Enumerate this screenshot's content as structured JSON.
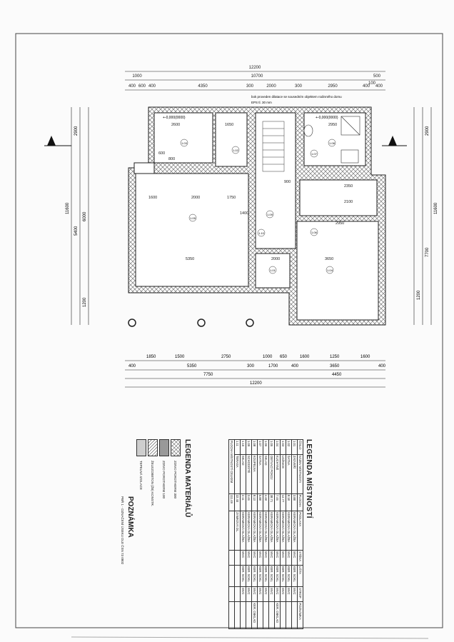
{
  "dimensions": {
    "top": {
      "total": "12200",
      "row2": [
        "1000",
        "10700",
        "500"
      ],
      "row3": [
        "400",
        "600",
        "400",
        "4350",
        "300",
        "2000",
        "300",
        "2950",
        "400",
        "100",
        "400"
      ]
    },
    "bottom": {
      "row1": [
        "1850",
        "1500",
        "2750",
        "1000",
        "650",
        "1600",
        "1250",
        "1600"
      ],
      "row2": [
        "400",
        "5350",
        "300",
        "1700",
        "400",
        "3650",
        "400"
      ],
      "row3": [
        "7750",
        "4450"
      ],
      "total": "12200"
    },
    "left": [
      "11600",
      "2900",
      "5400",
      "6000",
      "1200"
    ],
    "right": [
      "11600",
      "2900",
      "7700",
      "1200"
    ],
    "interior": [
      "2600",
      "1650",
      "2950",
      "2000",
      "1600",
      "1750",
      "5350",
      "2000",
      "3650",
      "2950",
      "2350",
      "2100",
      "900",
      "1400",
      "800",
      "600"
    ]
  },
  "plan_note": {
    "line1": "bok proveden dilatace se sousedním objektem rodinného domu",
    "line2": "EPS tl. 30 mm"
  },
  "levels": {
    "a": "+-0,000(0000)",
    "b": "+-0,000(0000)"
  },
  "room_tags": [
    "1.01",
    "1.02",
    "1.03",
    "1.04",
    "1.05",
    "1.06",
    "1.07",
    "1.08",
    "1.09",
    "1.10"
  ],
  "legend_rooms": {
    "title": "LEGENDA MÍSTNOSTÍ",
    "headers": [
      "ČÍSLO",
      "NÁZEV MÍSTNOSTI",
      "PLOCHA",
      "PODLAHA",
      "STĚNA",
      "LIŠTA",
      "STROP",
      "POZNÁMKA"
    ],
    "rows": [
      [
        "1.01",
        "ZÁDVEŘÍ",
        "3.88",
        "KERAMICKÁ DLAŽBA",
        "MVC",
        "KER. SOKL",
        "MVC",
        ""
      ],
      [
        "1.02",
        "ŠATNA",
        "8.18",
        "KERAMICKÁ DLAŽBA",
        "MVC",
        "KER. SOKL",
        "MVC",
        ""
      ],
      [
        "1.03",
        "LOŽNICE",
        "14.77",
        "KERAMICKÁ DLAŽBA",
        "MVC",
        "KER. SOKL",
        "MVC",
        ""
      ],
      [
        "1.04",
        "KUCHYNĚ",
        "7.46",
        "KERAMICKÁ DLAŽBA",
        "MVC",
        "KER. SOKL",
        "MVC",
        "KER. OBKLAD"
      ],
      [
        "1.05",
        "OBÝVACÍ POKOJ",
        "38.71",
        "KERAMICKÁ DLAŽBA",
        "MVC",
        "KER. SOKL",
        "MVC",
        ""
      ],
      [
        "1.06",
        "SKLAD",
        "4.48",
        "KERAMICKÁ DLAŽBA",
        "MVC",
        "KER. SOKL",
        "MVC",
        ""
      ],
      [
        "1.07",
        "SATNA",
        "5.88",
        "KERAMICKÁ DLAŽBA",
        "MVC",
        "KER. SOKL",
        "MVC",
        ""
      ],
      [
        "1.08",
        "KOUPELNA",
        "8.13",
        "KERAMICKÁ DLAŽBA",
        "MVC",
        "KER. SOKL",
        "MVC",
        "KER. OBKLAD"
      ],
      [
        "1.09",
        "SCHODIŠTĚ",
        "3.46",
        "KERAMICKÁ DLAŽBA",
        "MVC",
        "KER. SOKL",
        "MVC",
        ""
      ],
      [
        "1.10",
        "SKLAD",
        "2.11",
        "KERAMICKÁ DLAŽBA",
        "MVC",
        "KER. SOKL",
        "MVC",
        ""
      ],
      [
        "1.11",
        "TERASA",
        "22.40",
        "ZÁMKOVÁ DL.",
        "",
        "",
        "",
        ""
      ]
    ],
    "total_label": "PLOCHA MÍSTNOSTÍ CELKEM",
    "total_value": "111.49"
  },
  "legend_materials": {
    "title": "LEGENDA MATERIÁLŮ",
    "items": [
      {
        "label": "ZDIVO POROTHERM 300",
        "pattern": "cross"
      },
      {
        "label": "ZDIVO POROTHERM 100",
        "pattern": "dense"
      },
      {
        "label": "ŽELEZOBETON (ŽB) KONSTR.",
        "pattern": "diag"
      },
      {
        "label": "TEPELNÁ IZOLACE",
        "pattern": "dots"
      }
    ]
  },
  "note": {
    "title": "POZNÁMKA",
    "text": "PBŘ 1 - OZNAČENÍ ÚSEKU DLE ČSN 73 0802"
  }
}
